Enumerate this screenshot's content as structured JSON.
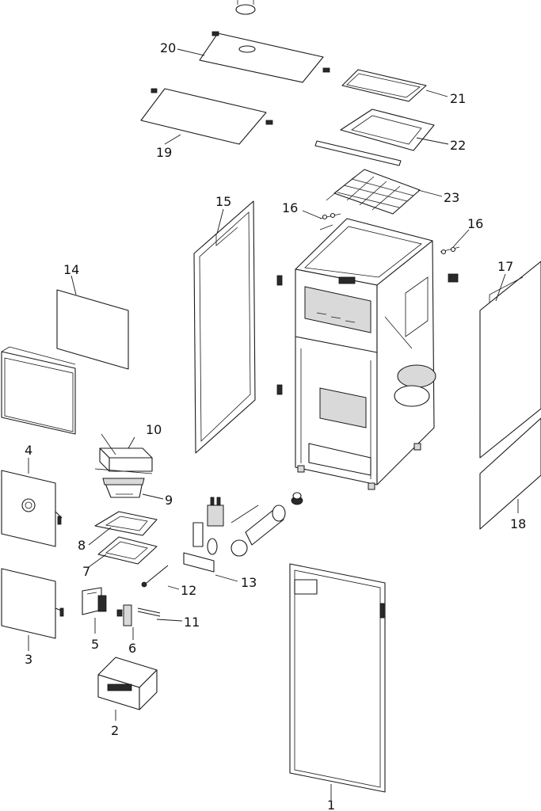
{
  "callouts": {
    "c1": "1",
    "c2": "2",
    "c3": "3",
    "c4": "4",
    "c5": "5",
    "c6": "6",
    "c7": "7",
    "c8": "8",
    "c9": "9",
    "c10": "10",
    "c11": "11",
    "c12": "12",
    "c13": "13",
    "c14": "14",
    "c15": "15",
    "c16a": "16",
    "c16b": "16",
    "c17": "17",
    "c18": "18",
    "c19": "19",
    "c20": "20",
    "c21": "21",
    "c22": "22",
    "c23": "23"
  },
  "colors": {
    "line": "#1a1a1a",
    "background": "#ffffff",
    "shade": "#d9d9d9"
  }
}
